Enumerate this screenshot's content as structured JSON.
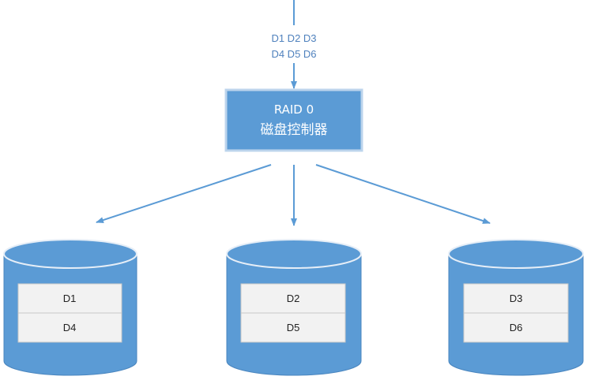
{
  "input_data": {
    "line1": "D1 D2 D3",
    "line2": "D4 D5 D6"
  },
  "controller": {
    "line1": "RAID 0",
    "line2": "磁盘控制器"
  },
  "disks": [
    {
      "blocks": [
        "D1",
        "D4"
      ]
    },
    {
      "blocks": [
        "D2",
        "D5"
      ]
    },
    {
      "blocks": [
        "D3",
        "D6"
      ]
    }
  ],
  "colors": {
    "accent": "#5b9bd5",
    "accent_dark": "#4a86bf",
    "controller_border": "#bcd4ec",
    "block_fill": "#f2f2f2",
    "block_border": "#c8c8c8",
    "arrow": "#5b9bd5"
  }
}
